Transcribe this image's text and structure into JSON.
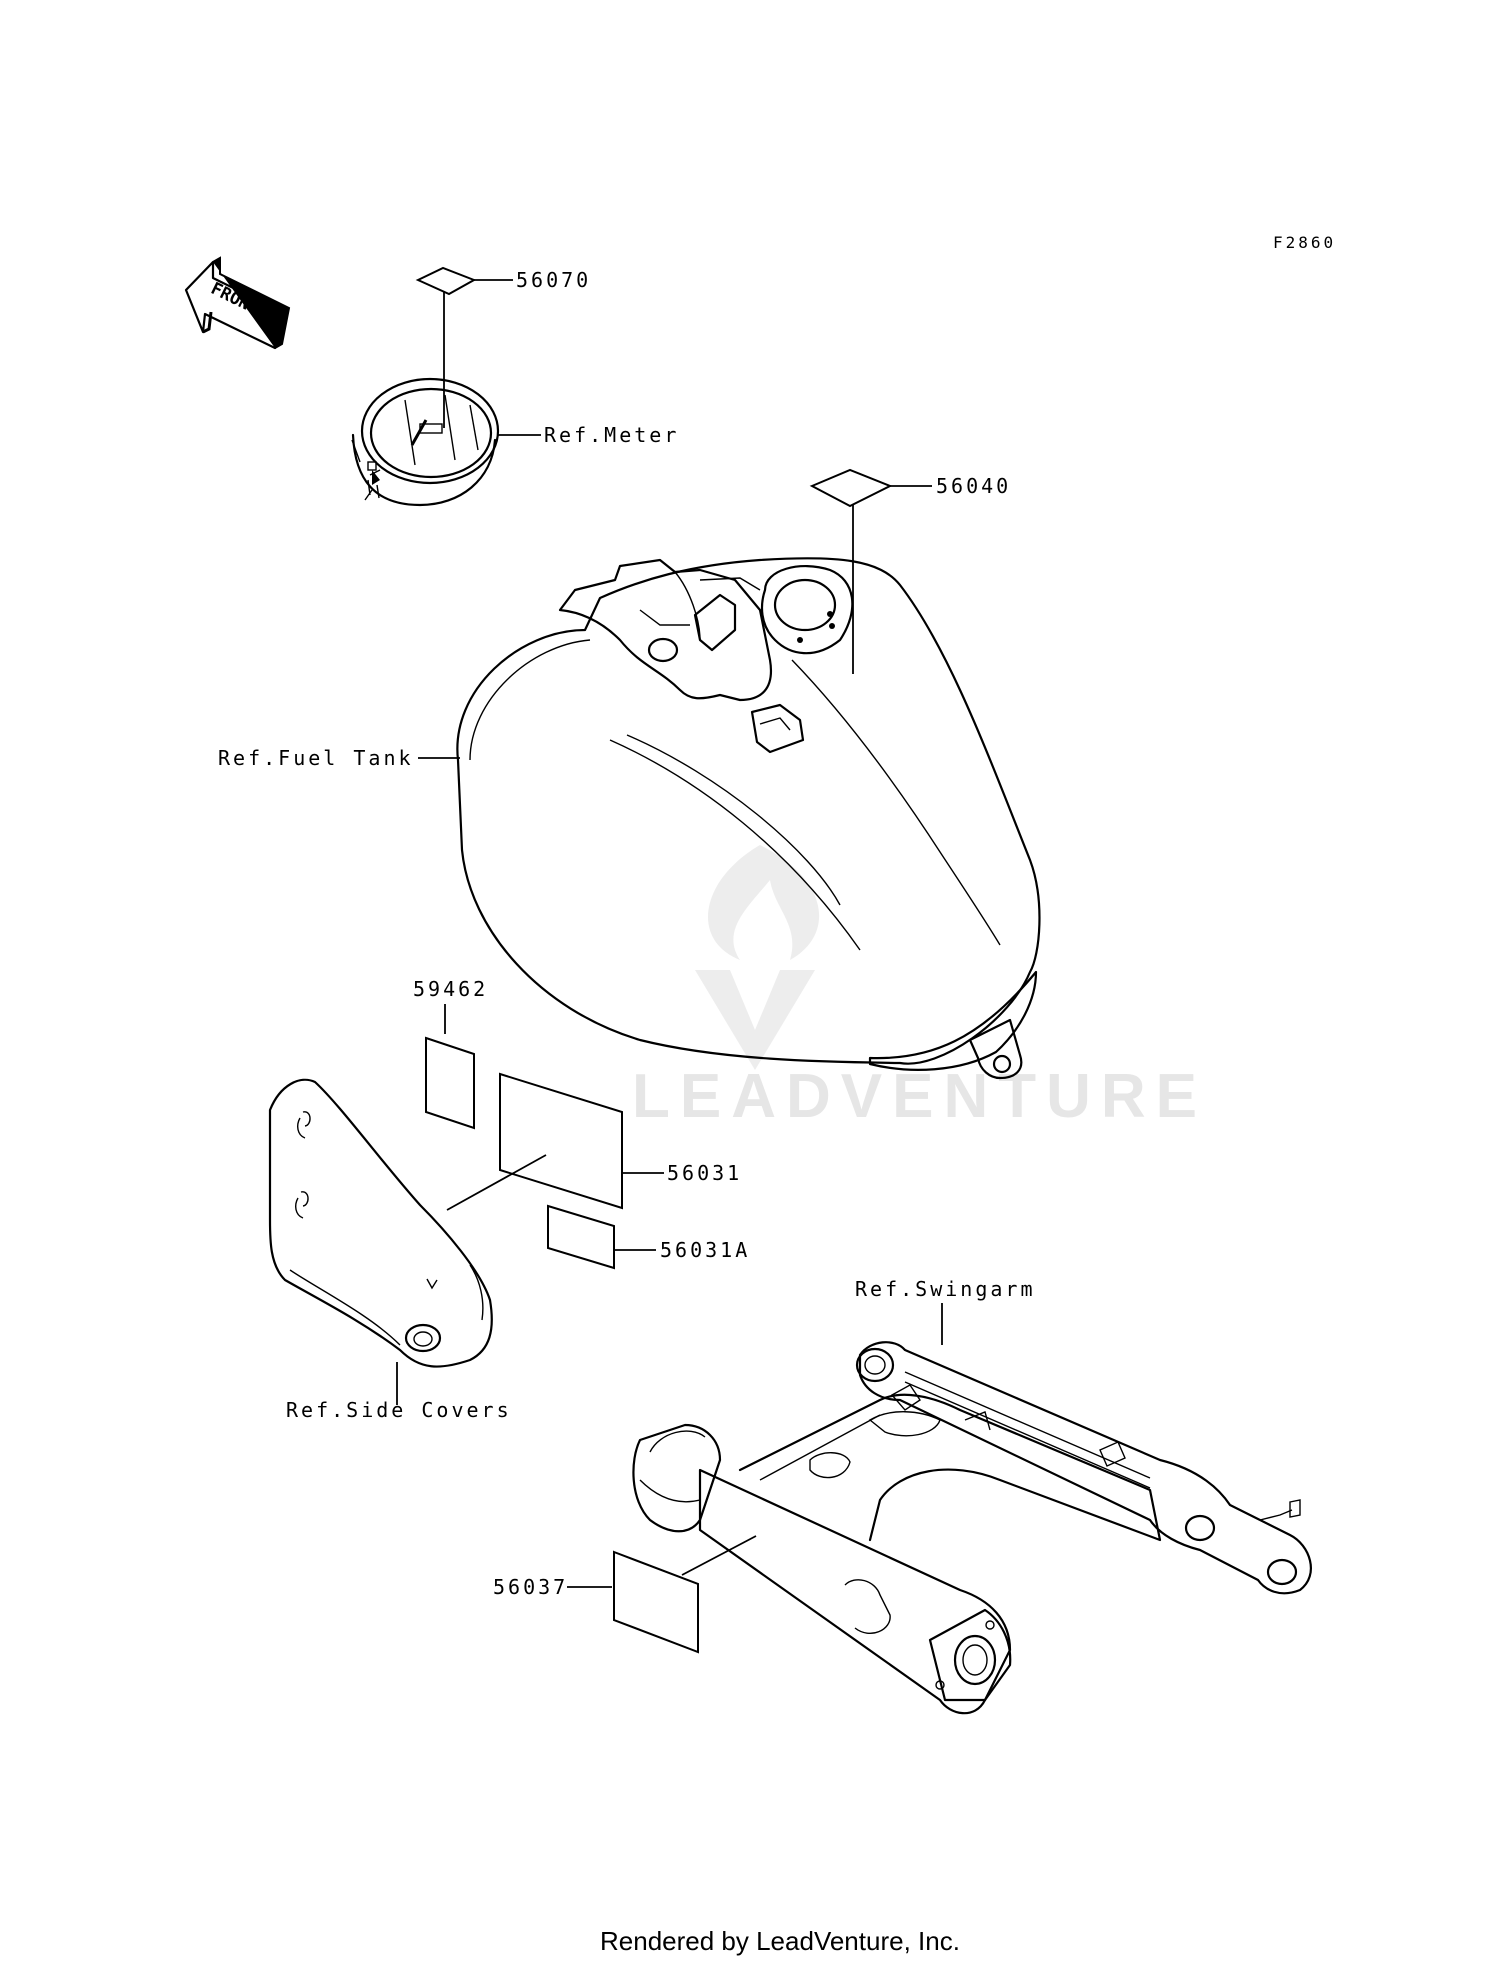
{
  "figure_code": "F2860",
  "front_arrow_label": "FRONT",
  "watermark": "LEADVENTURE",
  "parts": [
    {
      "id": "p56070",
      "number": "56070"
    },
    {
      "id": "p56040",
      "number": "56040"
    },
    {
      "id": "p59462",
      "number": "59462"
    },
    {
      "id": "p56031",
      "number": "56031"
    },
    {
      "id": "p56031A",
      "number": "56031A"
    },
    {
      "id": "p56037",
      "number": "56037"
    }
  ],
  "references": {
    "meter": "Ref.Meter",
    "fuel_tank": "Ref.Fuel Tank",
    "side_covers": "Ref.Side Covers",
    "swingarm": "Ref.Swingarm"
  },
  "footer": "Rendered by LeadVenture, Inc."
}
